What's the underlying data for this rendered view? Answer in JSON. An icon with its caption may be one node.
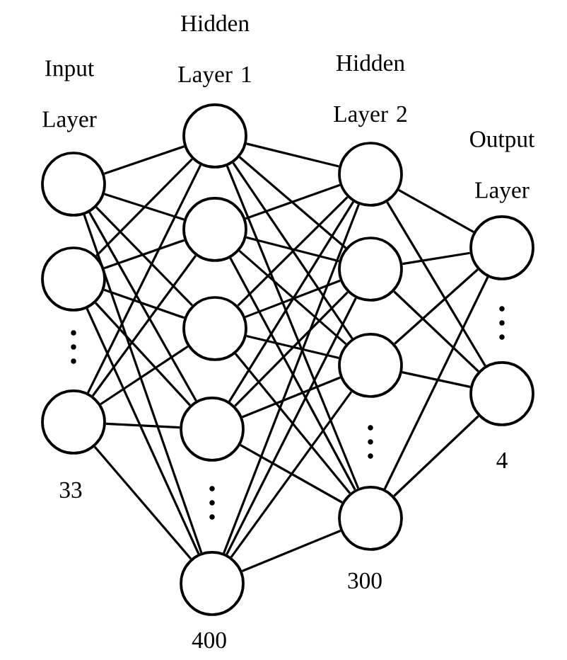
{
  "diagram": {
    "nodes": [
      {
        "text": [],
        "shape": "circle"
      },
      {
        "text": [],
        "shape": "circle"
      },
      {
        "text": [],
        "shape": "circle"
      },
      {
        "text": [],
        "shape": "circle"
      },
      {
        "text": [],
        "shape": "circle"
      },
      {
        "text": [],
        "shape": "circle"
      },
      {
        "text": [],
        "shape": "circle"
      },
      {
        "text": [],
        "shape": "circle"
      },
      {
        "text": [],
        "shape": "circle"
      },
      {
        "text": [],
        "shape": "circle"
      },
      {
        "text": [],
        "shape": "circle"
      },
      {
        "text": [],
        "shape": "circle"
      },
      {
        "text": [],
        "shape": "circle"
      },
      {
        "text": [],
        "shape": "circle"
      }
    ],
    "edges": [
      {
        "from": 0,
        "to": 3,
        "arrow": "none"
      },
      {
        "from": 0,
        "to": 4,
        "arrow": "none"
      },
      {
        "from": 0,
        "to": 5,
        "arrow": "none"
      },
      {
        "from": 0,
        "to": 6,
        "arrow": "none"
      },
      {
        "from": 0,
        "to": 7,
        "arrow": "none"
      },
      {
        "from": 1,
        "to": 3,
        "arrow": "none"
      },
      {
        "from": 1,
        "to": 4,
        "arrow": "none"
      },
      {
        "from": 1,
        "to": 5,
        "arrow": "none"
      },
      {
        "from": 1,
        "to": 6,
        "arrow": "none"
      },
      {
        "from": 1,
        "to": 7,
        "arrow": "none"
      },
      {
        "from": 2,
        "to": 3,
        "arrow": "none"
      },
      {
        "from": 2,
        "to": 4,
        "arrow": "none"
      },
      {
        "from": 2,
        "to": 5,
        "arrow": "none"
      },
      {
        "from": 2,
        "to": 6,
        "arrow": "none"
      },
      {
        "from": 2,
        "to": 7,
        "arrow": "none"
      },
      {
        "from": 3,
        "to": 8,
        "arrow": "none"
      },
      {
        "from": 3,
        "to": 9,
        "arrow": "none"
      },
      {
        "from": 3,
        "to": 10,
        "arrow": "none"
      },
      {
        "from": 3,
        "to": 11,
        "arrow": "none"
      },
      {
        "from": 4,
        "to": 8,
        "arrow": "none"
      },
      {
        "from": 4,
        "to": 9,
        "arrow": "none"
      },
      {
        "from": 4,
        "to": 10,
        "arrow": "none"
      },
      {
        "from": 4,
        "to": 11,
        "arrow": "none"
      },
      {
        "from": 5,
        "to": 8,
        "arrow": "none"
      },
      {
        "from": 5,
        "to": 9,
        "arrow": "none"
      },
      {
        "from": 5,
        "to": 10,
        "arrow": "none"
      },
      {
        "from": 5,
        "to": 11,
        "arrow": "none"
      },
      {
        "from": 6,
        "to": 8,
        "arrow": "none"
      },
      {
        "from": 6,
        "to": 9,
        "arrow": "none"
      },
      {
        "from": 6,
        "to": 10,
        "arrow": "none"
      },
      {
        "from": 6,
        "to": 11,
        "arrow": "none"
      },
      {
        "from": 7,
        "to": 8,
        "arrow": "none"
      },
      {
        "from": 7,
        "to": 9,
        "arrow": "none"
      },
      {
        "from": 7,
        "to": 10,
        "arrow": "none"
      },
      {
        "from": 7,
        "to": 11,
        "arrow": "none"
      },
      {
        "from": 8,
        "to": 12,
        "arrow": "none"
      },
      {
        "from": 8,
        "to": 13,
        "arrow": "none"
      },
      {
        "from": 9,
        "to": 12,
        "arrow": "none"
      },
      {
        "from": 9,
        "to": 13,
        "arrow": "none"
      },
      {
        "from": 10,
        "to": 12,
        "arrow": "none"
      },
      {
        "from": 10,
        "to": 13,
        "arrow": "none"
      },
      {
        "from": 11,
        "to": 12,
        "arrow": "none"
      },
      {
        "from": 11,
        "to": 13,
        "arrow": "none"
      }
    ],
    "labels": [
      "Input Layer",
      "Hidden Layer 1",
      "Hidden Layer 2",
      "Output Layer",
      "33",
      "400",
      "300",
      "4"
    ]
  }
}
